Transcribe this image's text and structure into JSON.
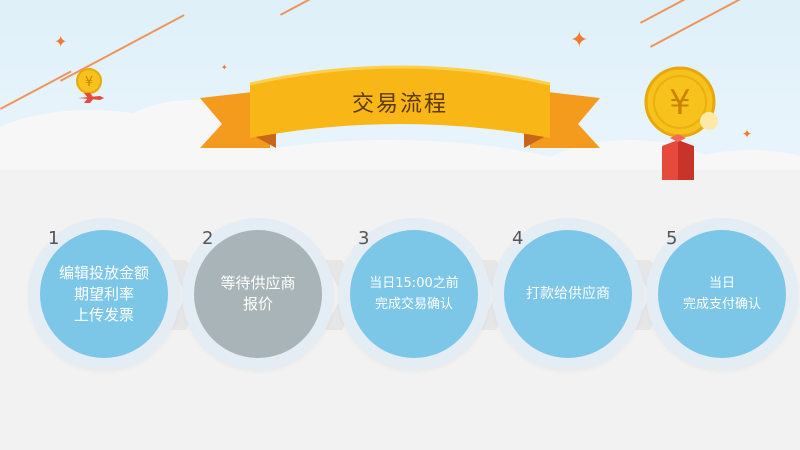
{
  "page": {
    "title": "交易流程"
  },
  "colors": {
    "sky": "#dff0f9",
    "ribbon": "#f9b617",
    "ribbon_dark": "#f08a1c",
    "step_blue": "#7cc6e8",
    "step_gray": "#a8b4b8",
    "accent_orange": "#f07a30",
    "coin_gold": "#f6c21b",
    "building_red": "#e64a3c"
  },
  "icons": {
    "coin_small": "yen-coin-icon",
    "coin_large": "yen-coin-icon",
    "plane": "airplane-icon",
    "building": "red-building-icon",
    "arrow": "chevron-right-icon"
  },
  "steps": [
    {
      "num": "1",
      "label": "编辑投放金额\n期望利率\n上传发票",
      "state": "active"
    },
    {
      "num": "2",
      "label": "等待供应商\n报价",
      "state": "pending"
    },
    {
      "num": "3",
      "label": "当日15:00之前\n完成交易确认",
      "state": "active"
    },
    {
      "num": "4",
      "label": "打款给供应商",
      "state": "active"
    },
    {
      "num": "5",
      "label": "当日\n完成支付确认",
      "state": "active"
    }
  ]
}
